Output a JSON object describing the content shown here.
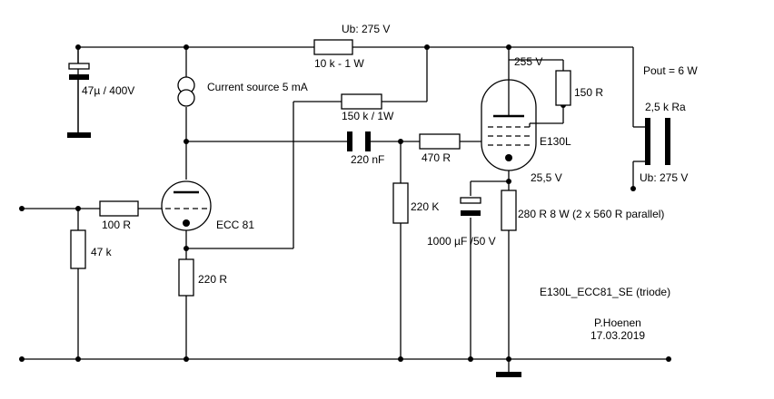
{
  "labels": {
    "ub_top": "Ub: 275 V",
    "r_10k": "10 k - 1 W",
    "cap_47u": "47µ / 400V",
    "current_source": "Current source 5 mA",
    "r_150k": "150 k / 1W",
    "v_255": "255 V",
    "r_150r": "150 R",
    "pout": "Pout = 6 W",
    "ra": "2,5 k Ra",
    "cap_220n": "220 nF",
    "r_470r": "470 R",
    "tube_e130l": "E130L",
    "ub_right": "Ub: 275 V",
    "v_25_5": "25,5 V",
    "r_100r": "100 R",
    "tube_ecc81": "ECC 81",
    "r_220k": "220 K",
    "r_280r": "280 R 8 W (2 x 560 R parallel)",
    "r_47k": "47 k",
    "cap_1000u": "1000 µF /50 V",
    "r_220r": "220 R",
    "title": "E130L_ECC81_SE (triode)",
    "author": "P.Hoenen",
    "date": "17.03.2019"
  },
  "colors": {
    "ink": "#000000",
    "background": "#ffffff"
  }
}
